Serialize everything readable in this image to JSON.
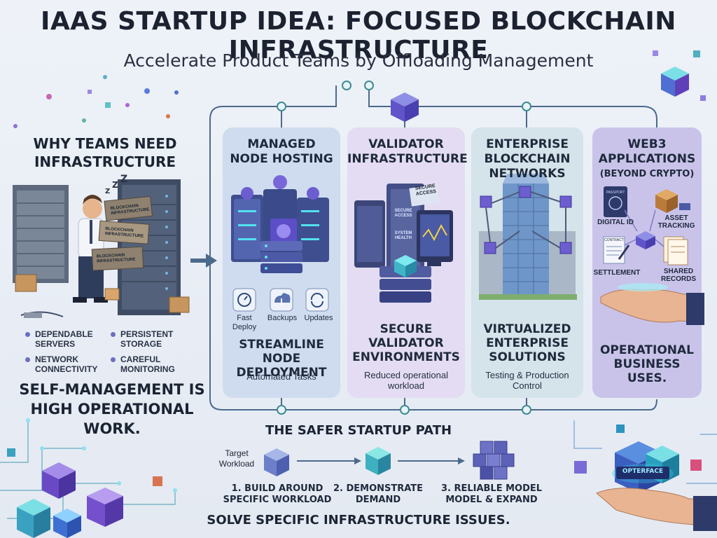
{
  "title": "IAAS STARTUP IDEA: FOCUSED BLOCKCHAIN INFRASTRUCTURE",
  "subtitle": "Accelerate Product Teams by Offloading Management",
  "left": {
    "heading_line1": "WHY TEAMS NEED",
    "heading_line2": "INFRASTRUCTURE",
    "box_labels": [
      "BLOCKCHAIN INFRASTRUCTURE",
      "BLOCKCHAIN INFRASTRUCTURE",
      "BLOCKCHAIN INFRASTRUCTURE"
    ],
    "needs": [
      "DEPENDABLE SERVERS",
      "PERSISTENT STORAGE",
      "NETWORK CONNECTIVITY",
      "CAREFUL MONITORING"
    ],
    "footer_line1": "SELF-MANAGEMENT IS",
    "footer_line2": "HIGH OPERATIONAL WORK."
  },
  "panels": [
    {
      "title_line1": "MANAGED",
      "title_line2": "NODE HOSTING",
      "icons": [
        "Fast Deploy",
        "Backups",
        "Updates"
      ],
      "sub_line1": "STREAMLINE NODE",
      "sub_line2": "DEPLOYMENT",
      "note": "Automated Tasks",
      "color": "#cfdcef"
    },
    {
      "title_line1": "VALIDATOR",
      "title_line2": "INFRASTRUCTURE",
      "screen_labels": [
        "SECURE ACCESS",
        "SECURE ACCESS",
        "SYSTEM HEALTH"
      ],
      "sub_line1": "SECURE",
      "sub_line2": "VALIDATOR",
      "sub_line3": "ENVIRONMENTS",
      "note_line1": "Reduced operational",
      "note_line2": "workload",
      "color": "#e3dcf2"
    },
    {
      "title_line1": "ENTERPRISE",
      "title_line2": "BLOCKCHAIN",
      "title_line3": "NETWORKS",
      "sub_line1": "VIRTUALIZED",
      "sub_line2": "ENTERPRISE",
      "sub_line3": "SOLUTIONS",
      "note_line1": "Testing & Production",
      "note_line2": "Control",
      "color": "#d5e3ea"
    },
    {
      "title_line1": "WEB3",
      "title_line2": "APPLICATIONS",
      "title_line3": "(BEYOND CRYPTO)",
      "uses": [
        "DIGITAL ID",
        "ASSET TRACKING",
        "SETTLEMENT",
        "SHARED RECORDS"
      ],
      "doc_labels": [
        "PASSPORT",
        "CONTRACT"
      ],
      "sub_line1": "OPERATIONAL",
      "sub_line2": "BUSINESS USES.",
      "color": "#c9c3ea"
    }
  ],
  "path": {
    "title": "THE SAFER STARTUP PATH",
    "target_line1": "Target",
    "target_line2": "Workload",
    "steps": [
      {
        "line1": "1. BUILD AROUND",
        "line2": "SPECIFIC WORKLOAD"
      },
      {
        "line1": "2. DEMONSTRATE",
        "line2": "DEMAND"
      },
      {
        "line1": "3. RELIABLE MODEL",
        "line2": "MODEL & EXPAND"
      }
    ]
  },
  "brand": "OPTERFACE",
  "footer": "SOLVE SPECIFIC INFRASTRUCTURE ISSUES."
}
